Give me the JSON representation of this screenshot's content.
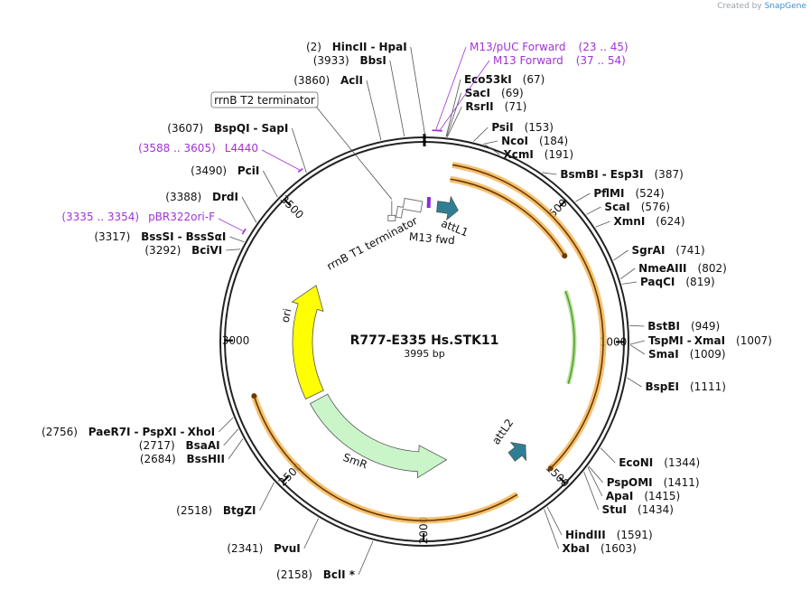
{
  "credit": {
    "prefix": "Created by",
    "brand": "SnapGene"
  },
  "plasmid": {
    "name": "R777-E335 Hs.STK11",
    "length_label": "3995 bp",
    "length": 3995
  },
  "ticks": [
    {
      "bp": 500,
      "label": "500"
    },
    {
      "bp": 1000,
      "label": "1000"
    },
    {
      "bp": 1500,
      "label": "1500"
    },
    {
      "bp": 2000,
      "label": "2000"
    },
    {
      "bp": 2500,
      "label": "2500"
    },
    {
      "bp": 3000,
      "label": "3000"
    },
    {
      "bp": 3500,
      "label": "3500"
    }
  ],
  "sites_right": [
    {
      "parts": [
        "Eco53kI"
      ],
      "pos": "(67)",
      "bp": 67
    },
    {
      "parts": [
        "SacI"
      ],
      "pos": "(69)",
      "bp": 69
    },
    {
      "parts": [
        "RsrII"
      ],
      "pos": "(71)",
      "bp": 71
    },
    {
      "parts": [
        "PsiI"
      ],
      "pos": "(153)",
      "bp": 153
    },
    {
      "parts": [
        "NcoI"
      ],
      "pos": "(184)",
      "bp": 184
    },
    {
      "parts": [
        "XcmI"
      ],
      "pos": "(191)",
      "bp": 191
    },
    {
      "parts": [
        "BsmBI",
        "Esp3I"
      ],
      "pos": "(387)",
      "bp": 387
    },
    {
      "parts": [
        "PflMI"
      ],
      "pos": "(524)",
      "bp": 524
    },
    {
      "parts": [
        "ScaI"
      ],
      "pos": "(576)",
      "bp": 576
    },
    {
      "parts": [
        "XmnI"
      ],
      "pos": "(624)",
      "bp": 624
    },
    {
      "parts": [
        "SgrAI"
      ],
      "pos": "(741)",
      "bp": 741
    },
    {
      "parts": [
        "NmeAIII"
      ],
      "pos": "(802)",
      "bp": 802
    },
    {
      "parts": [
        "PaqCI"
      ],
      "pos": "(819)",
      "bp": 819
    },
    {
      "parts": [
        "BstBI"
      ],
      "pos": "(949)",
      "bp": 949
    },
    {
      "parts": [
        "TspMI",
        "XmaI"
      ],
      "pos": "(1007)",
      "bp": 1007
    },
    {
      "parts": [
        "SmaI"
      ],
      "pos": "(1009)",
      "bp": 1009
    },
    {
      "parts": [
        "BspEI"
      ],
      "pos": "(1111)",
      "bp": 1111
    },
    {
      "parts": [
        "EcoNI"
      ],
      "pos": "(1344)",
      "bp": 1344
    },
    {
      "parts": [
        "PspOMI"
      ],
      "pos": "(1411)",
      "bp": 1411
    },
    {
      "parts": [
        "ApaI"
      ],
      "pos": "(1415)",
      "bp": 1415
    },
    {
      "parts": [
        "StuI"
      ],
      "pos": "(1434)",
      "bp": 1434
    },
    {
      "parts": [
        "HindIII"
      ],
      "pos": "(1591)",
      "bp": 1591
    },
    {
      "parts": [
        "XbaI"
      ],
      "pos": "(1603)",
      "bp": 1603
    }
  ],
  "sites_left": [
    {
      "parts": [
        "HincII",
        "HpaI"
      ],
      "pos": "(2)",
      "bp": 2
    },
    {
      "parts": [
        "BbsI"
      ],
      "pos": "(3933)",
      "bp": 3933
    },
    {
      "parts": [
        "AclI"
      ],
      "pos": "(3860)",
      "bp": 3860
    },
    {
      "parts": [
        "BspQI",
        "SapI"
      ],
      "pos": "(3607)",
      "bp": 3607
    },
    {
      "parts": [
        "PciI"
      ],
      "pos": "(3490)",
      "bp": 3490
    },
    {
      "parts": [
        "DrdI"
      ],
      "pos": "(3388)",
      "bp": 3388
    },
    {
      "parts": [
        "BssSI",
        "BssSαI"
      ],
      "pos": "(3317)",
      "bp": 3317
    },
    {
      "parts": [
        "BciVI"
      ],
      "pos": "(3292)",
      "bp": 3292
    },
    {
      "parts": [
        "PaeR7I",
        "PspXI",
        "XhoI"
      ],
      "pos": "(2756)",
      "bp": 2756
    },
    {
      "parts": [
        "BsaAI"
      ],
      "pos": "(2717)",
      "bp": 2717
    },
    {
      "parts": [
        "BssHII"
      ],
      "pos": "(2684)",
      "bp": 2684
    },
    {
      "parts": [
        "BtgZI"
      ],
      "pos": "(2518)",
      "bp": 2518
    },
    {
      "parts": [
        "PvuI"
      ],
      "pos": "(2341)",
      "bp": 2341
    },
    {
      "parts": [
        "BclI *"
      ],
      "pos": "(2158)",
      "bp": 2158
    }
  ],
  "primers": [
    {
      "name": "M13/pUC Forward",
      "range": "(23 .. 45)",
      "start": 23,
      "end": 45
    },
    {
      "name": "M13 Forward",
      "range": "(37 .. 54)",
      "start": 37,
      "end": 54
    },
    {
      "name": "L4440",
      "range": "(3588 .. 3605)",
      "start": 3588,
      "end": 3605
    },
    {
      "name": "pBR322ori-F",
      "range": "(3335 .. 3354)",
      "start": 3335,
      "end": 3354
    }
  ],
  "features": [
    {
      "name": "attL1",
      "kind": "attL",
      "start": 60,
      "end": 160,
      "color": "#2e7f94"
    },
    {
      "name": "attL2",
      "kind": "attL",
      "start": 1505,
      "end": 1585,
      "color": "#2e7f94"
    },
    {
      "name": "M13 fwd",
      "kind": "primerbind",
      "start": 20,
      "end": 40,
      "color": "#8a2be2"
    },
    {
      "name": "rrnB T1 terminator",
      "kind": "terminator",
      "start": 3890,
      "end": 3980,
      "color": "#777777"
    },
    {
      "name": "rrnB T2 terminator",
      "kind": "terminator",
      "start": 3840,
      "end": 3870,
      "color": "#777777"
    },
    {
      "name": "ori",
      "kind": "origin",
      "start": 2710,
      "end": 3300,
      "color": "#ffff00"
    },
    {
      "name": "SmR",
      "kind": "marker",
      "start": 1880,
      "end": 2680,
      "color": "#c9f5c9"
    }
  ],
  "orange_arcs": [
    {
      "start": 100,
      "end": 650,
      "track": "inner"
    },
    {
      "start": 100,
      "end": 1500,
      "track": "outer"
    },
    {
      "start": 1650,
      "end": 2800,
      "track": "outer"
    }
  ],
  "green_arc": {
    "start": 780,
    "end": 1180
  },
  "colors": {
    "backbone": "#222222",
    "primer": "#a233d8",
    "orf_orange": "#f4b24d",
    "orf_inner": "#6b3b00",
    "green_orf": "#5aa02c"
  }
}
